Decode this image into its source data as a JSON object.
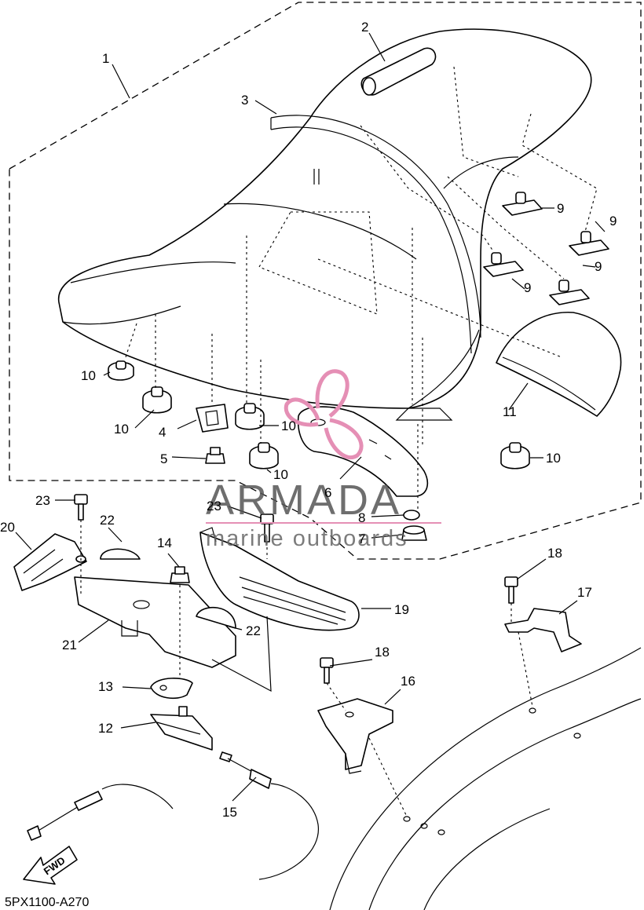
{
  "watermark": {
    "brand": "ARMADA",
    "tagline": "marine outboards",
    "color": "#e58fb5"
  },
  "callouts": [
    {
      "id": "1",
      "label": "1"
    },
    {
      "id": "2",
      "label": "2"
    },
    {
      "id": "3",
      "label": "3"
    },
    {
      "id": "4",
      "label": "4"
    },
    {
      "id": "5",
      "label": "5"
    },
    {
      "id": "6",
      "label": "6"
    },
    {
      "id": "7",
      "label": "7"
    },
    {
      "id": "8",
      "label": "8"
    },
    {
      "id": "9a",
      "label": "9"
    },
    {
      "id": "9b",
      "label": "9"
    },
    {
      "id": "9c",
      "label": "9"
    },
    {
      "id": "9d",
      "label": "9"
    },
    {
      "id": "10a",
      "label": "10"
    },
    {
      "id": "10b",
      "label": "10"
    },
    {
      "id": "10c",
      "label": "10"
    },
    {
      "id": "10d",
      "label": "10"
    },
    {
      "id": "10e",
      "label": "10"
    },
    {
      "id": "11",
      "label": "11"
    },
    {
      "id": "12",
      "label": "12"
    },
    {
      "id": "13",
      "label": "13"
    },
    {
      "id": "14",
      "label": "14"
    },
    {
      "id": "15",
      "label": "15"
    },
    {
      "id": "16",
      "label": "16"
    },
    {
      "id": "17",
      "label": "17"
    },
    {
      "id": "18a",
      "label": "18"
    },
    {
      "id": "18b",
      "label": "18"
    },
    {
      "id": "19",
      "label": "19"
    },
    {
      "id": "20",
      "label": "20"
    },
    {
      "id": "21",
      "label": "21"
    },
    {
      "id": "22a",
      "label": "22"
    },
    {
      "id": "22b",
      "label": "22"
    },
    {
      "id": "23a",
      "label": "23"
    },
    {
      "id": "23b",
      "label": "23"
    }
  ],
  "direction_arrow": {
    "label": "FWD"
  },
  "reference_code": "5PX1100-A270"
}
